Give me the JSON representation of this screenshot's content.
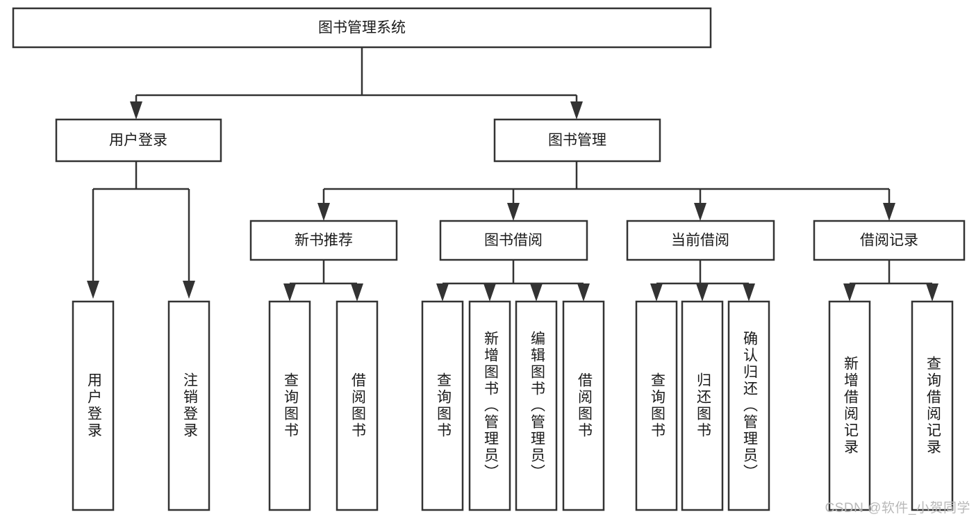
{
  "diagram": {
    "type": "tree-hierarchy",
    "root": {
      "id": "root",
      "label": "图书管理系统"
    },
    "level1": [
      {
        "id": "user-login",
        "label": "用户登录"
      },
      {
        "id": "book-manage",
        "label": "图书管理"
      }
    ],
    "level2": [
      {
        "id": "new-book-recommend",
        "label": "新书推荐",
        "parent": "book-manage"
      },
      {
        "id": "book-borrow",
        "label": "图书借阅",
        "parent": "book-manage"
      },
      {
        "id": "current-borrow",
        "label": "当前借阅",
        "parent": "book-manage"
      },
      {
        "id": "borrow-record",
        "label": "借阅记录",
        "parent": "book-manage"
      }
    ],
    "leaves": [
      {
        "id": "leaf-user-login",
        "label": "用户登录",
        "parent": "user-login"
      },
      {
        "id": "leaf-user-logout",
        "label": "注销登录",
        "parent": "user-login"
      },
      {
        "id": "leaf-query-book-1",
        "label": "查询图书",
        "parent": "new-book-recommend"
      },
      {
        "id": "leaf-borrow-book-1",
        "label": "借阅图书",
        "parent": "new-book-recommend"
      },
      {
        "id": "leaf-query-book-2",
        "label": "查询图书",
        "parent": "book-borrow"
      },
      {
        "id": "leaf-add-book",
        "label": "新增图书（管理员）",
        "parent": "book-borrow"
      },
      {
        "id": "leaf-edit-book",
        "label": "编辑图书（管理员）",
        "parent": "book-borrow"
      },
      {
        "id": "leaf-borrow-book-2",
        "label": "借阅图书",
        "parent": "book-borrow"
      },
      {
        "id": "leaf-query-book-3",
        "label": "查询图书",
        "parent": "current-borrow"
      },
      {
        "id": "leaf-return-book",
        "label": "归还图书",
        "parent": "current-borrow"
      },
      {
        "id": "leaf-confirm-return",
        "label": "确认归还（管理员）",
        "parent": "current-borrow"
      },
      {
        "id": "leaf-add-record",
        "label": "新增借阅记录",
        "parent": "borrow-record"
      },
      {
        "id": "leaf-query-record",
        "label": "查询借阅记录",
        "parent": "borrow-record"
      }
    ],
    "colors": {
      "stroke": "#333333",
      "fill": "#ffffff",
      "text": "#1a1a1a",
      "watermark": "#b9b9b9",
      "background": "#ffffff"
    }
  },
  "watermark": {
    "label": "CSDN @软件_小贺同学"
  }
}
